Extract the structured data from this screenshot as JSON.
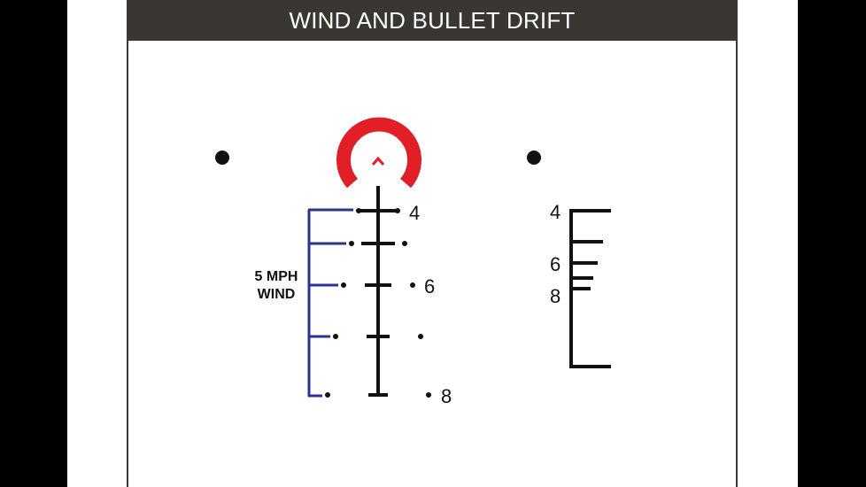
{
  "title": "WIND AND BULLET DRIFT",
  "wind": {
    "line1": "5 MPH",
    "line2": "WIND"
  },
  "reticle_labels": [
    "4",
    "6",
    "8"
  ],
  "scale_labels": [
    "4",
    "6",
    "8"
  ],
  "colors": {
    "title_bar": "#3a3631",
    "title_text": "#ffffff",
    "horseshoe": "#e01f26",
    "reticle": "#111111",
    "wind_bracket": "#2e3192"
  },
  "icons": [
    "horseshoe-icon",
    "chevron-up-icon",
    "dot-icon"
  ]
}
